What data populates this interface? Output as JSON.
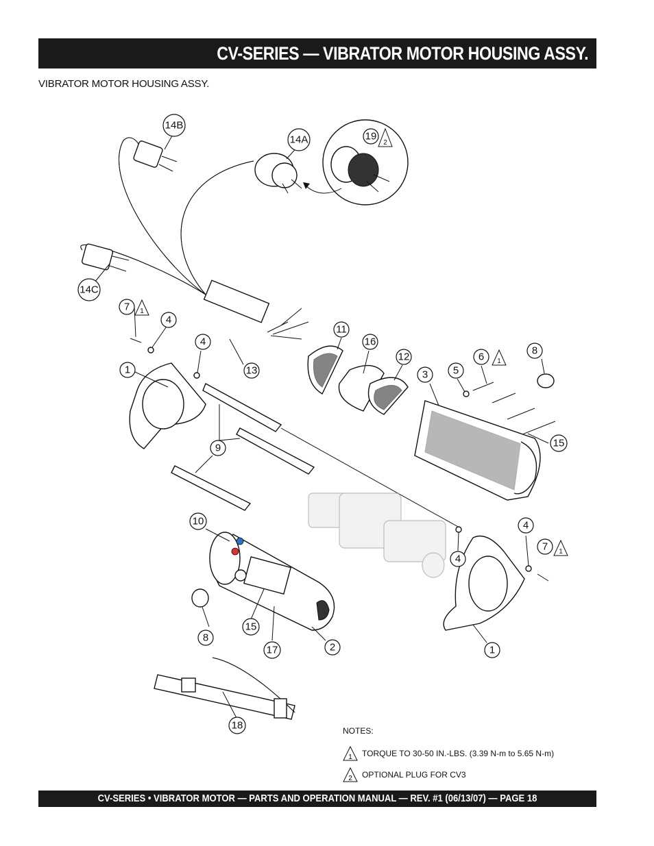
{
  "header": {
    "title": "CV-SERIES — VIBRATOR MOTOR HOUSING  ASSY."
  },
  "subtitle": "VIBRATOR MOTOR HOUSING ASSY.",
  "callouts": {
    "c14b": "14B",
    "c14a": "14A",
    "c19": "19",
    "c14c": "14C",
    "c7a": "7",
    "c4a": "4",
    "c4b": "4",
    "c1a": "1",
    "c13": "13",
    "c11": "11",
    "c16": "16",
    "c12": "12",
    "c3": "3",
    "c5": "5",
    "c6": "6",
    "c8a": "8",
    "c15a": "15",
    "c9": "9",
    "c10": "10",
    "c4c": "4",
    "c4d": "4",
    "c7b": "7",
    "c1b": "1",
    "c8b": "8",
    "c15b": "15",
    "c17": "17",
    "c2": "2",
    "c18": "18"
  },
  "triangles": {
    "t1": "1",
    "t2": "2",
    "t3": "1",
    "t4": "1"
  },
  "notes": {
    "heading": "NOTES:",
    "items": [
      {
        "marker": "1",
        "text": "TORQUE TO 30-50 IN.-LBS. (3.39 N-m to 5.65 N-m)"
      },
      {
        "marker": "2",
        "text": "OPTIONAL PLUG FOR CV3"
      }
    ]
  },
  "footer": {
    "text": "CV-SERIES  • VIBRATOR MOTOR —  PARTS AND OPERATION MANUAL — REV. #1 (06/13/07) — PAGE 18"
  }
}
